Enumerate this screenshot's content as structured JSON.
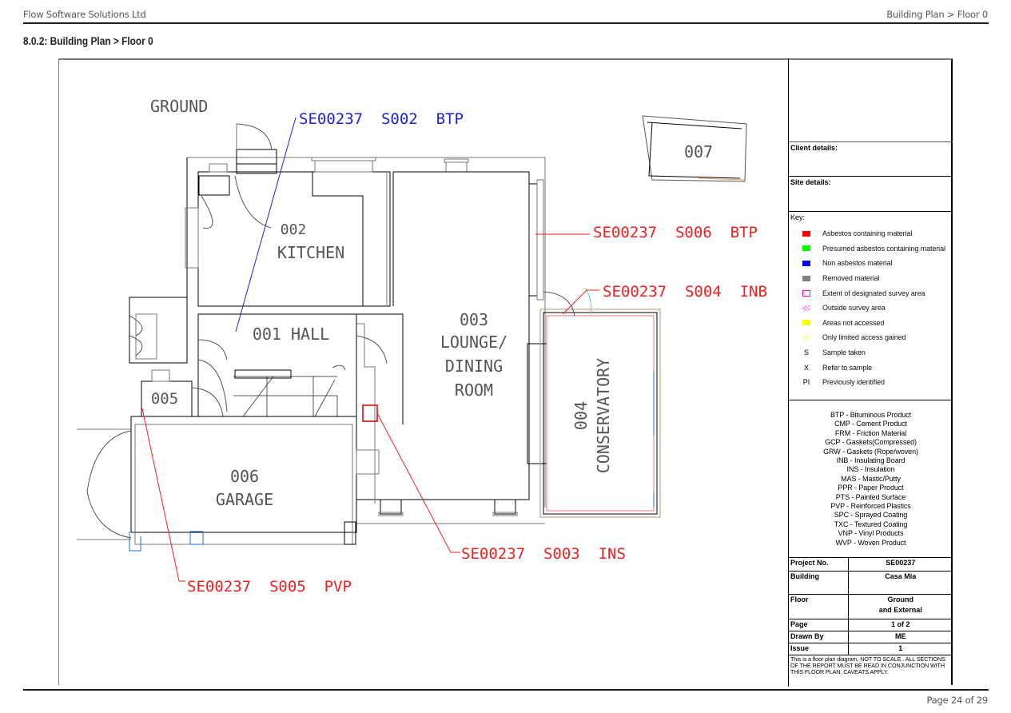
{
  "header": {
    "company": "Flow Software Solutions Ltd",
    "breadcrumb": "Building Plan > Floor 0"
  },
  "section_title": "8.0.2: Building Plan > Floor 0",
  "plan": {
    "floor_label": "GROUND",
    "rooms": [
      {
        "id": "001",
        "name": "HALL",
        "label": "001 HALL"
      },
      {
        "id": "002",
        "name": "KITCHEN",
        "line1": "002",
        "line2": "KITCHEN"
      },
      {
        "id": "003",
        "name": "LOUNGE/ DINING ROOM",
        "line1": "003",
        "line2": "LOUNGE/",
        "line3": "DINING",
        "line4": "ROOM"
      },
      {
        "id": "004",
        "name": "CONSERVATORY",
        "line1": "004",
        "line2": "CONSERVATORY"
      },
      {
        "id": "005",
        "name": "",
        "line1": "005"
      },
      {
        "id": "006",
        "name": "GARAGE",
        "line1": "006",
        "line2": "GARAGE"
      },
      {
        "id": "007",
        "name": "",
        "line1": "007"
      }
    ],
    "samples": [
      {
        "label": "SE00237  S002  BTP",
        "color": "#2222dd",
        "status": "Non asbestos material"
      },
      {
        "label": "SE00237  S006  BTP",
        "color": "#ee2222",
        "status": "Asbestos containing material"
      },
      {
        "label": "SE00237  S004  INB",
        "color": "#ee2222",
        "status": "Asbestos containing material"
      },
      {
        "label": "SE00237  S003  INS",
        "color": "#ee2222",
        "status": "Asbestos containing material"
      },
      {
        "label": "SE00237  S005  PVP",
        "color": "#ee2222",
        "status": "Asbestos containing material"
      }
    ]
  },
  "title_block": {
    "client_label": "Client details:",
    "site_label": "Site details:",
    "key_title": "Key:",
    "key": [
      {
        "symbol": "swatch",
        "color": "#ff0000",
        "label": "Asbestos containing material"
      },
      {
        "symbol": "swatch",
        "color": "#00ff00",
        "label": "Presumed asbestos containing material"
      },
      {
        "symbol": "swatch",
        "color": "#0000ff",
        "label": "Non asbestos material"
      },
      {
        "symbol": "swatch",
        "color": "#808080",
        "label": "Removed material"
      },
      {
        "symbol": "outline",
        "color": "#ff00ff",
        "label": "Extent of designated survey area"
      },
      {
        "symbol": "hatch",
        "color": "#ff66ff",
        "label": "Outside survey area"
      },
      {
        "symbol": "swatch",
        "color": "#ffff00",
        "label": "Areas not accessed"
      },
      {
        "symbol": "hatch",
        "color": "#ffff66",
        "label": "Only limited access gained"
      },
      {
        "symbol": "S",
        "color": "#000000",
        "label": "Sample taken"
      },
      {
        "symbol": "X",
        "color": "#000000",
        "label": "Refer to sample"
      },
      {
        "symbol": "PI",
        "color": "#000000",
        "label": "Previously identified"
      }
    ],
    "abbreviations": [
      "BTP - Bituminous Product",
      "CMP - Cement Product",
      "FRM - Friction Material",
      "GCP - Gaskets(Compressed)",
      "GRW - Gaskets (Rope/woven)",
      "INB - Insulating Board",
      "INS - Insulation",
      "MAS - Mastic/Putty",
      "PPR - Paper Product",
      "PTS - Painted Surface",
      "PVP - Reinforced Plastics",
      "SPC - Sprayed Coating",
      "TXC - Textured Coating",
      "VNP - Vinyl Products",
      "WVP - Woven Product"
    ],
    "project_no_label": "Project No.",
    "project_no": "SE00237",
    "building_label": "Building",
    "building": "Casa Mia",
    "floor_label": "Floor",
    "floor_line1": "Ground",
    "floor_line2": "and External",
    "page_label": "Page",
    "page": "1 of 2",
    "drawn_by_label": "Drawn By",
    "drawn_by": "ME",
    "issue_label": "Issue",
    "issue": "1",
    "note": "This is a floor plan diagram, NOT TO SCALE . ALL SECTIONS OF THE REPORT MUST BE READ IN CONJUNCTION WITH THIS FLOOR PLAN. CAVEATS APPLY."
  },
  "footer": {
    "page_number": "Page 24 of 29"
  }
}
